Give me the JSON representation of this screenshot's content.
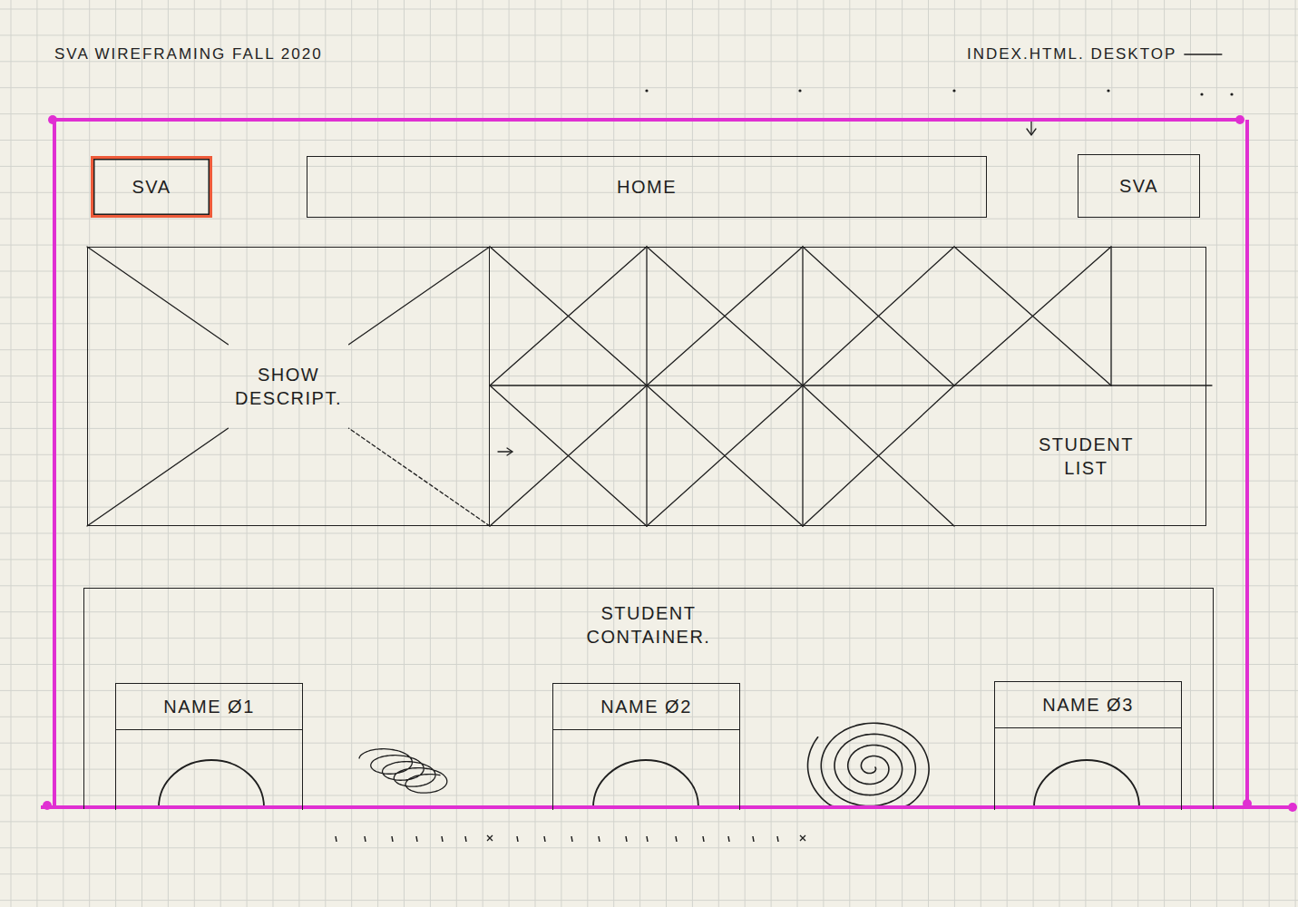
{
  "diagram": {
    "title": "SVA WIREFRAMING FALL 2020",
    "nodes": [
      {
        "text": [
          "SVA"
        ]
      },
      {
        "text": [
          "HOME"
        ]
      },
      {
        "text": [
          "SVA"
        ]
      },
      {
        "text": [
          "SHOW DESCRIPT."
        ]
      },
      {
        "text": [
          "STUDENT LIST"
        ]
      },
      {
        "text": [
          "STUDENT CONTAINER."
        ]
      },
      {
        "text": [
          "NAME Ø1"
        ],
        "in": 5
      },
      {
        "text": [
          "NAME Ø2"
        ],
        "in": 5
      },
      {
        "text": [
          "NAME Ø3"
        ],
        "in": 5
      }
    ],
    "labels": [
      "INDEX.HTML. DESKTOP"
    ]
  }
}
